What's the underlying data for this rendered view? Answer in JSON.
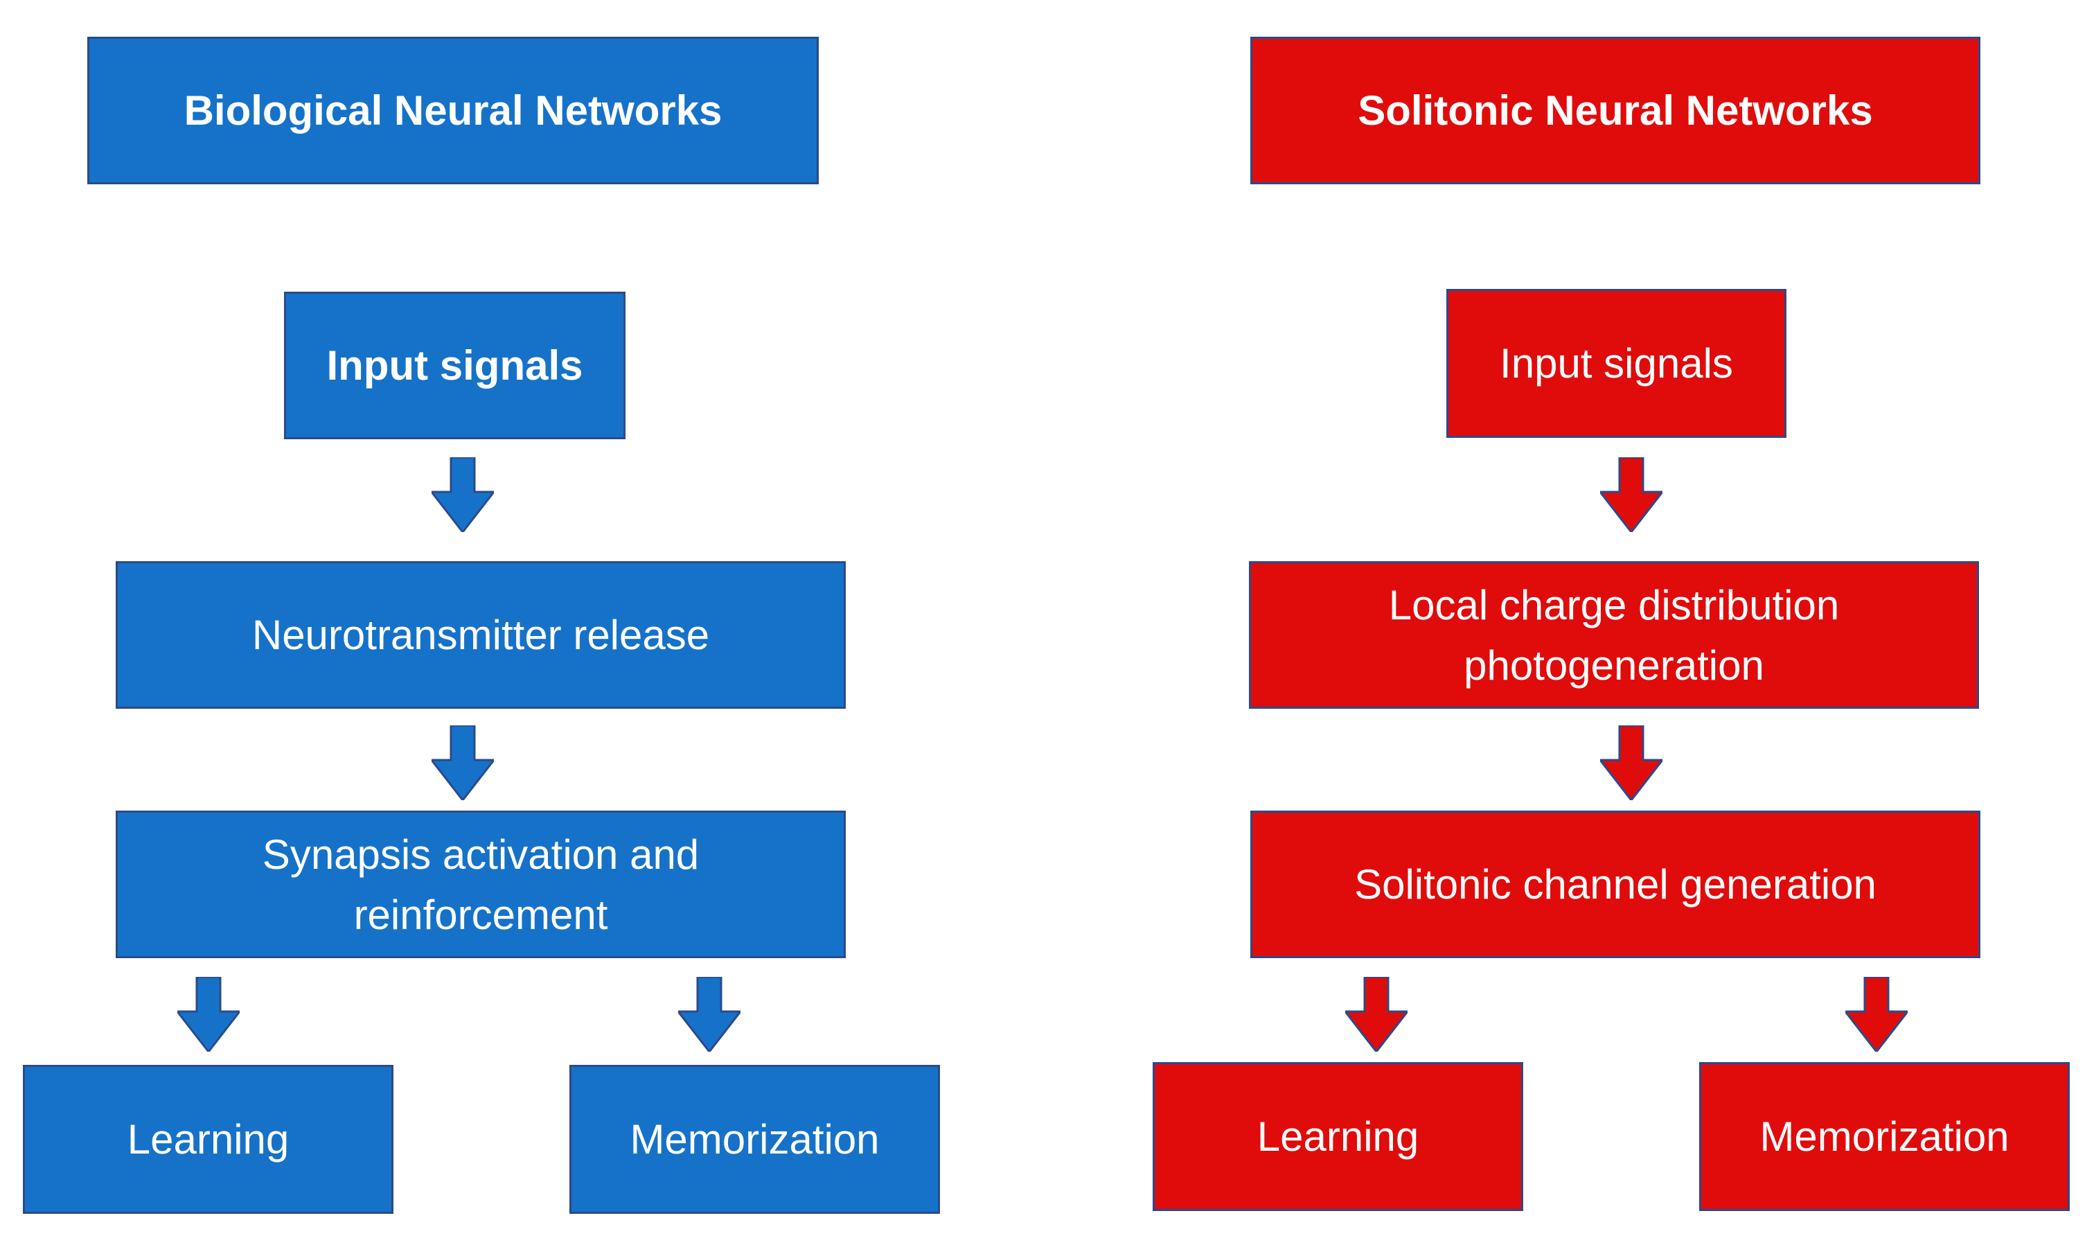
{
  "colors": {
    "bio_fill": "#1672c9",
    "sol_fill": "#e00c0c",
    "box_border": "#2b4a8a",
    "text": "#ffffff"
  },
  "biological": {
    "title": "Biological Neural Networks",
    "input": "Input signals",
    "step1": "Neurotransmitter release",
    "step2_line1": "Synapsis activation and",
    "step2_line2": "reinforcement",
    "learning": "Learning",
    "memorization": "Memorization"
  },
  "solitonic": {
    "title": "Solitonic Neural Networks",
    "input": "Input signals",
    "step1_line1": "Local charge distribution",
    "step1_line2": "photogeneration",
    "step2": "Solitonic channel generation",
    "learning": "Learning",
    "memorization": "Memorization"
  }
}
